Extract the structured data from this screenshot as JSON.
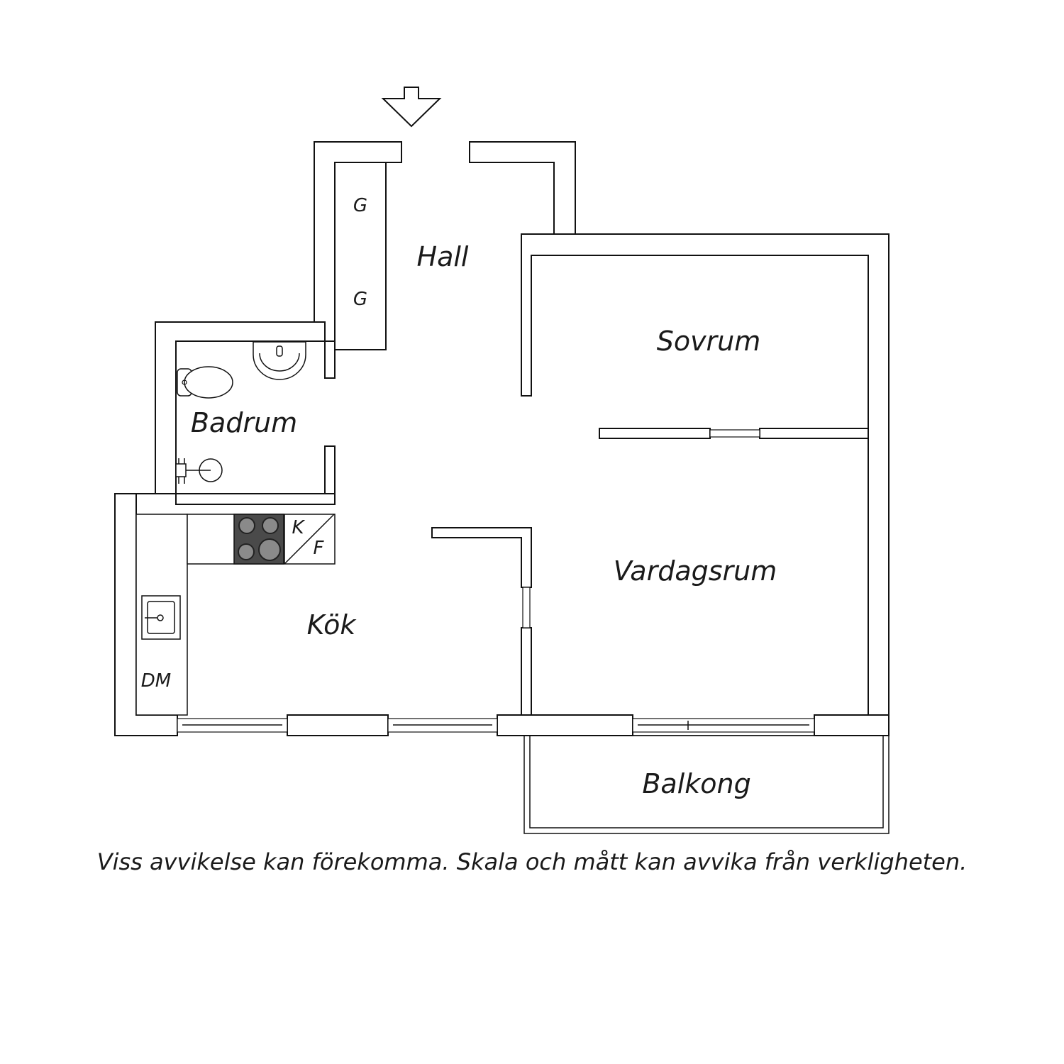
{
  "rooms": {
    "hall": "Hall",
    "sovrum": "Sovrum",
    "badrum": "Badrum",
    "vardagsrum": "Vardagsrum",
    "kok": "Kök",
    "balkong": "Balkong"
  },
  "fixtures": {
    "wardrobe_1": "G",
    "wardrobe_2": "G",
    "fridge": "K",
    "freezer": "F",
    "dishwasher": "DM"
  },
  "disclaimer": "Viss avvikelse kan förekomma. Skala och mått kan avvika från verkligheten."
}
